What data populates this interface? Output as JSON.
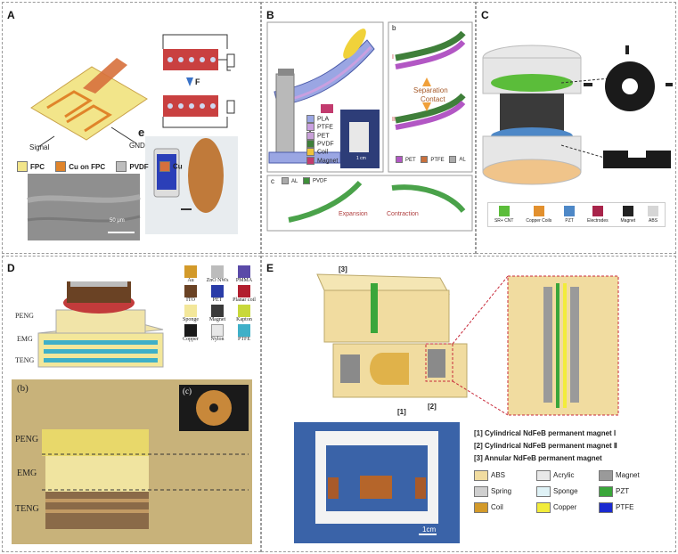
{
  "panels": {
    "A": {
      "label": "A",
      "signal": "Signal",
      "gnd": "GND",
      "force": "F",
      "sub_e": "e",
      "legend": [
        {
          "name": "FPC",
          "color": "#f2e58a"
        },
        {
          "name": "Cu on FPC",
          "color": "#e0842a"
        },
        {
          "name": "PVDF",
          "color": "#bdbdbd"
        },
        {
          "name": "Cu",
          "color": "#d7703c"
        }
      ],
      "scale": "50 μm"
    },
    "B": {
      "label": "B",
      "legend": [
        {
          "name": "PLA",
          "color": "#9aa6e3"
        },
        {
          "name": "PTFE",
          "color": "#c9a0e0"
        },
        {
          "name": "PET",
          "color": "#c8a0d8"
        },
        {
          "name": "PVDF",
          "color": "#3f7f3a"
        },
        {
          "name": "Coil",
          "color": "#f0c33a"
        },
        {
          "name": "Magnet",
          "color": "#c23b6e"
        }
      ],
      "scale": "1 cm",
      "sub_b": "b",
      "sub_c": "c",
      "separation": "Separation",
      "contact": "Contact",
      "roman1": "I",
      "roman2": "II",
      "bot_legend_b": [
        {
          "name": "PET",
          "color": "#b257c4"
        },
        {
          "name": "PTFE",
          "color": "#c9703c"
        },
        {
          "name": "AL",
          "color": "#aaaaaa"
        }
      ],
      "bot_legend_c": [
        {
          "name": "AL",
          "color": "#aaaaaa"
        },
        {
          "name": "PVDF",
          "color": "#3f8f3a"
        }
      ],
      "expansion": "Expansion",
      "contraction": "Contraction"
    },
    "C": {
      "label": "C",
      "legend": [
        {
          "name": "SR+ CNT",
          "color": "#5bbd3a"
        },
        {
          "name": "Copper Coils",
          "color": "#e2902e"
        },
        {
          "name": "PZT",
          "color": "#4e88c7"
        },
        {
          "name": "Electrodes",
          "color": "#a8244a"
        },
        {
          "name": "Magnet",
          "color": "#222222"
        },
        {
          "name": "ABS",
          "color": "#d6d6d6"
        }
      ]
    },
    "D": {
      "label": "D",
      "layers": [
        "PENG",
        "EMG",
        "TENG"
      ],
      "legend": [
        {
          "name": "Au",
          "color": "#d39a2a"
        },
        {
          "name": "ZnO NWs",
          "color": "#bcbcbc"
        },
        {
          "name": "PMMA",
          "color": "#5a4aa8"
        },
        {
          "name": "ITO",
          "color": "#6a4224"
        },
        {
          "name": "PET",
          "color": "#2a3ca8"
        },
        {
          "name": "Planar coil",
          "color": "#b21e2e"
        },
        {
          "name": "Sponge",
          "color": "#f3e79a"
        },
        {
          "name": "Magnet",
          "color": "#3a3a3a"
        },
        {
          "name": "Kapton",
          "color": "#c8d83a"
        },
        {
          "name": "Copper",
          "color": "#1a1a1a"
        },
        {
          "name": "Nylon",
          "color": "#e8e8e8"
        },
        {
          "name": "PTFE",
          "color": "#3fb0c8"
        }
      ],
      "sub_b": "(b)",
      "sub_c": "(c)"
    },
    "E": {
      "label": "E",
      "callouts": [
        "[1]",
        "[2]",
        "[3]"
      ],
      "notes": [
        "[1] Cylindrical NdFeB permanent magnet Ⅰ",
        "[2] Cylindrical NdFeB permanent magnet Ⅱ",
        "[3] Annular NdFeB permanent magnet"
      ],
      "legend": [
        {
          "name": "ABS",
          "color": "#f1dca0"
        },
        {
          "name": "Acrylic",
          "color": "#e8e8e8"
        },
        {
          "name": "Magnet",
          "color": "#9a9a9a"
        },
        {
          "name": "Spring",
          "color": "#cfcfcf"
        },
        {
          "name": "Sponge",
          "color": "#dff2f6"
        },
        {
          "name": "PZT",
          "color": "#3aa63a"
        },
        {
          "name": "Coil",
          "color": "#d39a2a"
        },
        {
          "name": "Copper",
          "color": "#f2ec3a"
        },
        {
          "name": "PTFE",
          "color": "#1a2ad0"
        }
      ],
      "scale": "1cm"
    }
  }
}
